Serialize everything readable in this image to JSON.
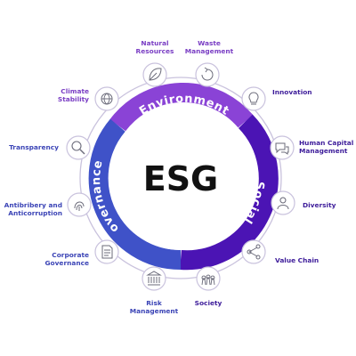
{
  "center_title": "ESG",
  "segments": [
    {
      "name": "Environment",
      "color": "#8a43d6"
    },
    {
      "name": "Social",
      "color": "#4b14b4"
    },
    {
      "name": "Governance",
      "color": "#3f52c8"
    }
  ],
  "items": {
    "natural_resources": "Natural\nResources",
    "waste_management": "Waste\nManagement",
    "innovation": "Innovation",
    "human_capital": "Human Capital\nManagement",
    "diversity": "Diversity",
    "value_chain": "Value Chain",
    "society": "Society",
    "risk_management": "Risk\nManagement",
    "corporate_governance": "Corporate\nGovernance",
    "antibribery": "Antibribery and\nAnticorruption",
    "transparency": "Transparency",
    "climate_stability": "Climate\nStability"
  },
  "colors": {
    "environment": "#8a43d6",
    "social": "#4b14b4",
    "governance": "#3f52c8",
    "icon_stroke": "#6b6b7a",
    "outer_ring": "#c9c2dd"
  }
}
